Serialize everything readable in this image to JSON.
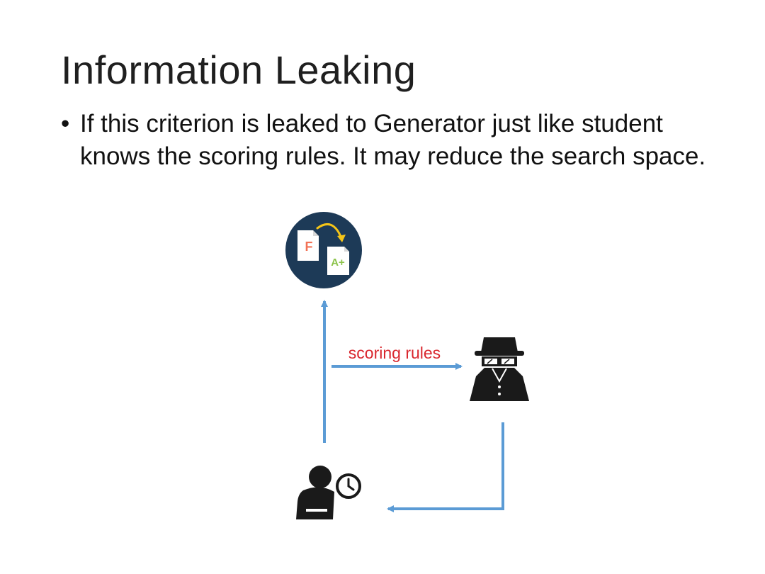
{
  "slide": {
    "title": "Information Leaking",
    "bullet_marker": "•",
    "bullet": "If this criterion is leaked to Generator just like student knows the scoring rules. It may reduce the search space."
  },
  "diagram": {
    "edge_label": "scoring rules",
    "nodes": [
      {
        "id": "grade-improvement",
        "icon": "grade-f-to-a-plus-icon",
        "letters": [
          "F",
          "A+"
        ]
      },
      {
        "id": "spy",
        "icon": "spy-icon"
      },
      {
        "id": "student",
        "icon": "student-clock-icon"
      }
    ],
    "colors": {
      "arrow": "#5b9bd5",
      "label": "#d9272e",
      "badge_circle": "#1d3a57",
      "icon_dark": "#1a1a1a"
    }
  }
}
